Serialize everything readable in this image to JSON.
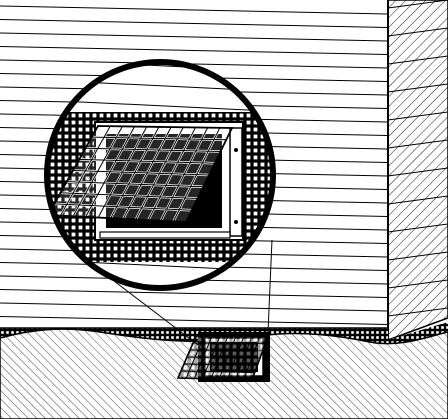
{
  "illustration": {
    "subject": "house-foundation-vent-screen",
    "style": "black-and-white-line-drawing",
    "colors": {
      "ink": "#000000",
      "paper": "#ffffff"
    },
    "parts": {
      "wall": "horizontal-siding",
      "corner": "hatched-corner-wall",
      "ground": "hatched-soil",
      "crawlspace": "mesh-screened-foundation",
      "vent": "small-hinged-screen-vent",
      "detail": "magnified-inset-circle"
    }
  }
}
